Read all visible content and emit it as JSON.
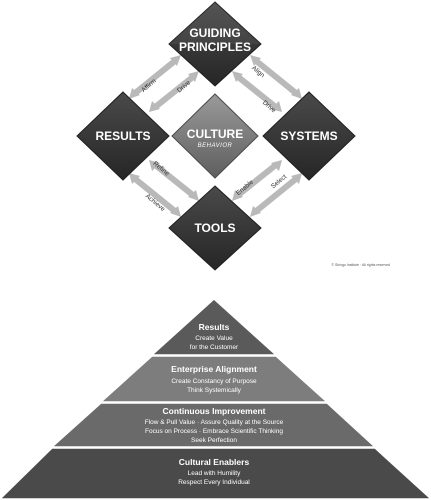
{
  "diagram": {
    "nodes": {
      "guiding_principles": {
        "line1": "GUIDING",
        "line2": "PRINCIPLES"
      },
      "results": {
        "label": "RESULTS"
      },
      "culture": {
        "label": "CULTURE",
        "sublabel": "BEHAVIOR"
      },
      "systems": {
        "label": "SYSTEMS"
      },
      "tools": {
        "label": "TOOLS"
      }
    },
    "arrows": {
      "affirm": "Affirm",
      "drive_left": "Drive",
      "align": "Align",
      "drive_right": "Drive",
      "refine": "Refine",
      "achieve": "Achieve",
      "enable": "Enable",
      "select": "Select"
    },
    "copyright": "© Shingo Institute · All rights reserved"
  },
  "pyramid": {
    "tiers": [
      {
        "title": "Results",
        "lines": [
          "Create Value",
          "for the Customer"
        ]
      },
      {
        "title": "Enterprise Alignment",
        "lines": [
          "Create Constancy of Purpose",
          "Think Systemically"
        ]
      },
      {
        "title": "Continuous Improvement",
        "lines": [
          "Flow & Pull Value · Assure Quality at the Source",
          "Focus on Process · Embrace Scientific Thinking",
          "Seek Perfection"
        ]
      },
      {
        "title": "Cultural Enablers",
        "lines": [
          "Lead with Humility",
          "Respect Every Individual"
        ]
      }
    ]
  },
  "colors": {
    "dark_box": "#3a3a3a",
    "light_box": "#c9c9c9",
    "arrow": "#b9b9b9",
    "tier_top": "#5a5a5a",
    "tier_2": "#7d7d7d",
    "tier_3": "#6a6a6a",
    "tier_base": "#4a4a4a"
  }
}
